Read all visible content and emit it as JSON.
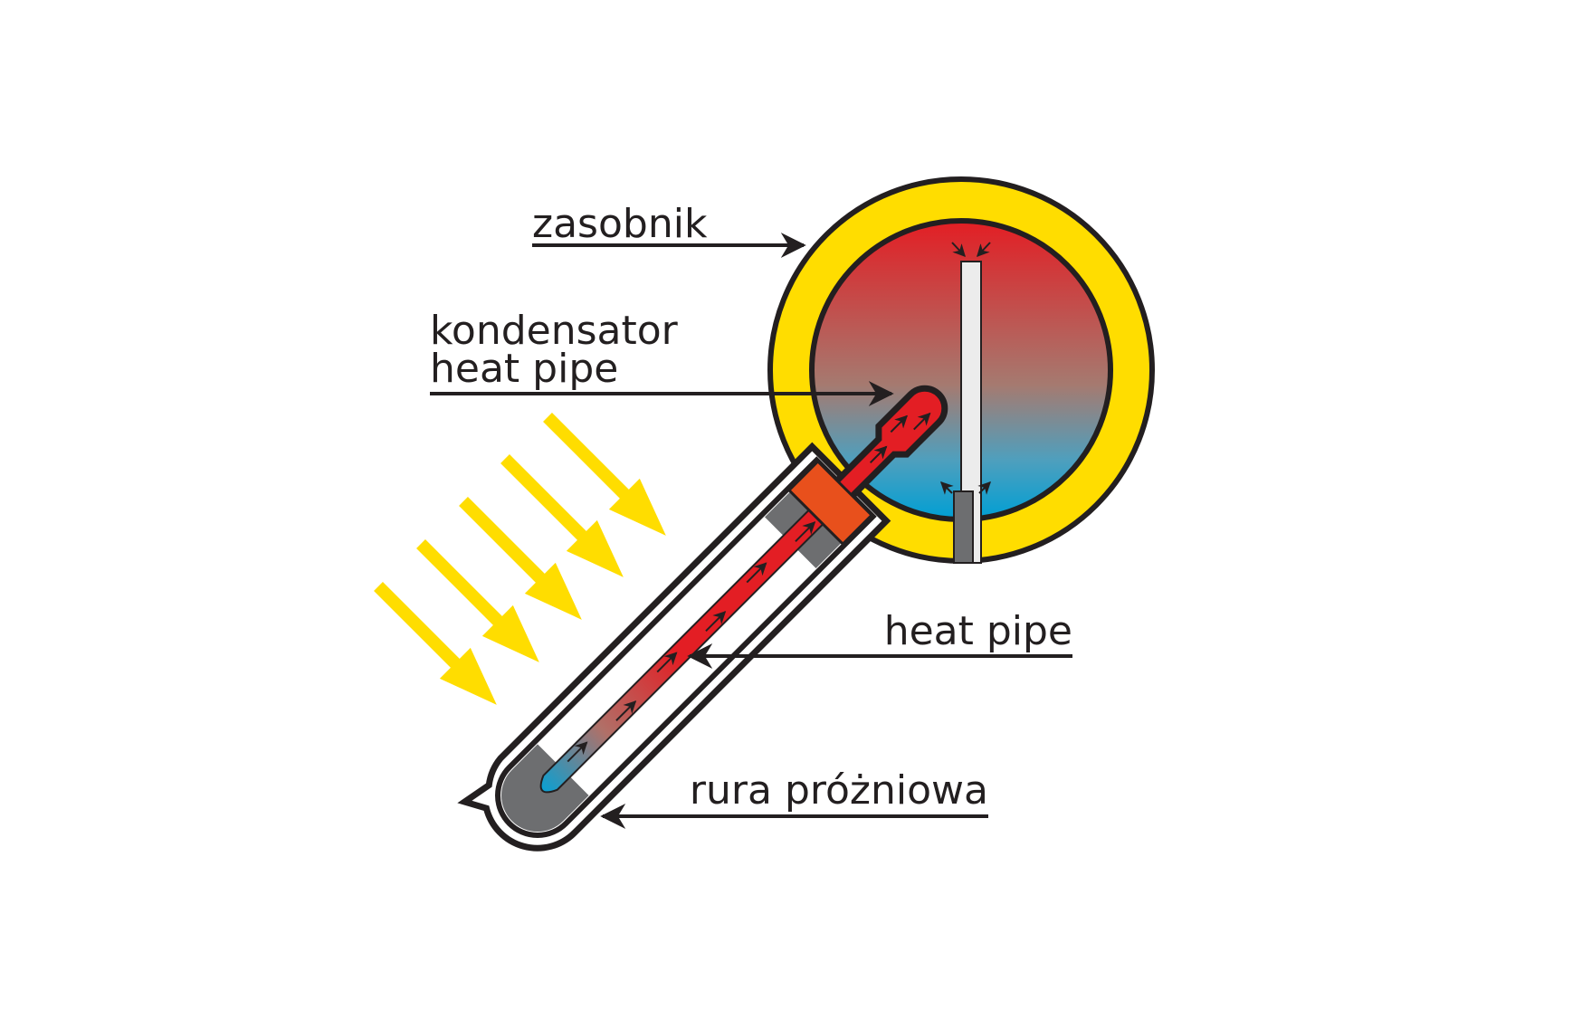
{
  "labels": {
    "tank": "zasobnik",
    "condenser_line1": "kondensator",
    "condenser_line2": "heat pipe",
    "heat_pipe": "heat pipe",
    "vacuum_tube": "rura próżniowa"
  },
  "colors": {
    "hot": "#e31e24",
    "cold": "#009fd4",
    "insulation": "#ffdd00",
    "sun_rays": "#ffdd00",
    "collar": "#e8501c",
    "absorber": "#6d6e70",
    "outline": "#231f20"
  }
}
